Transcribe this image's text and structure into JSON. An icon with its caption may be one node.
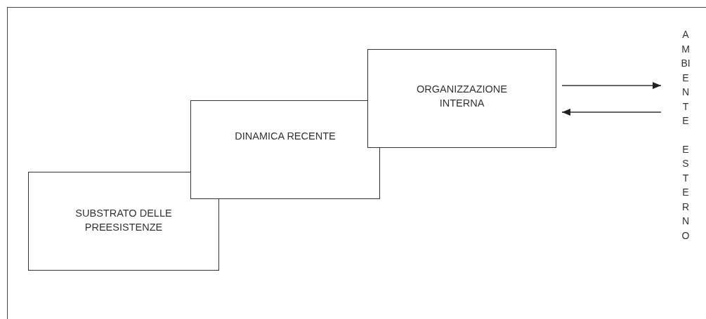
{
  "diagram": {
    "nodes": [
      {
        "text": [
          "SUBSTRATO DELLE PREESISTENZE"
        ]
      },
      {
        "text": [
          "DINAMICA RECENTE"
        ]
      },
      {
        "text": [
          "ORGANIZZAZIONE INTERNA"
        ]
      },
      {
        "text": [
          "AMBIENTE ESTERNO"
        ]
      }
    ],
    "edges": [
      {
        "from": 2,
        "to": 3,
        "arrow": "to"
      },
      {
        "from": 3,
        "to": 2,
        "arrow": "to"
      }
    ]
  }
}
